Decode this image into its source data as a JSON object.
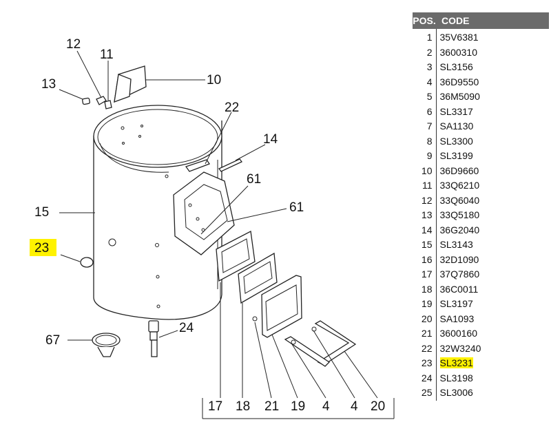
{
  "table": {
    "header_pos": "POS.",
    "header_code": "CODE",
    "highlight_color": "#fff200",
    "rows": [
      {
        "pos": "1",
        "code": "35V6381"
      },
      {
        "pos": "2",
        "code": "3600310"
      },
      {
        "pos": "3",
        "code": "SL3156"
      },
      {
        "pos": "4",
        "code": "36D9550"
      },
      {
        "pos": "5",
        "code": "36M5090"
      },
      {
        "pos": "6",
        "code": "SL3317"
      },
      {
        "pos": "7",
        "code": "SA1130"
      },
      {
        "pos": "8",
        "code": "SL3300"
      },
      {
        "pos": "9",
        "code": "SL3199"
      },
      {
        "pos": "10",
        "code": "36D9660"
      },
      {
        "pos": "11",
        "code": "33Q6210"
      },
      {
        "pos": "12",
        "code": "33Q6040"
      },
      {
        "pos": "13",
        "code": "33Q5180"
      },
      {
        "pos": "14",
        "code": "36G2040"
      },
      {
        "pos": "15",
        "code": "SL3143"
      },
      {
        "pos": "16",
        "code": "32D1090"
      },
      {
        "pos": "17",
        "code": "37Q7860"
      },
      {
        "pos": "18",
        "code": "36C0011"
      },
      {
        "pos": "19",
        "code": "SL3197"
      },
      {
        "pos": "20",
        "code": "SA1093"
      },
      {
        "pos": "21",
        "code": "3600160"
      },
      {
        "pos": "22",
        "code": "32W3240"
      },
      {
        "pos": "23",
        "code": "SL3231",
        "highlight": true
      },
      {
        "pos": "24",
        "code": "SL3198"
      },
      {
        "pos": "25",
        "code": "SL3006"
      }
    ]
  },
  "diagram": {
    "labels": {
      "l12": "12",
      "l11": "11",
      "l13": "13",
      "l10": "10",
      "l22": "22",
      "l14": "14",
      "l61a": "61",
      "l61b": "61",
      "l15": "15",
      "l23": "23",
      "l67": "67",
      "l24": "24",
      "b17": "17",
      "b18": "18",
      "b21": "21",
      "b19": "19",
      "b4a": "4",
      "b4b": "4",
      "b20": "20"
    },
    "highlight_label": "23"
  }
}
